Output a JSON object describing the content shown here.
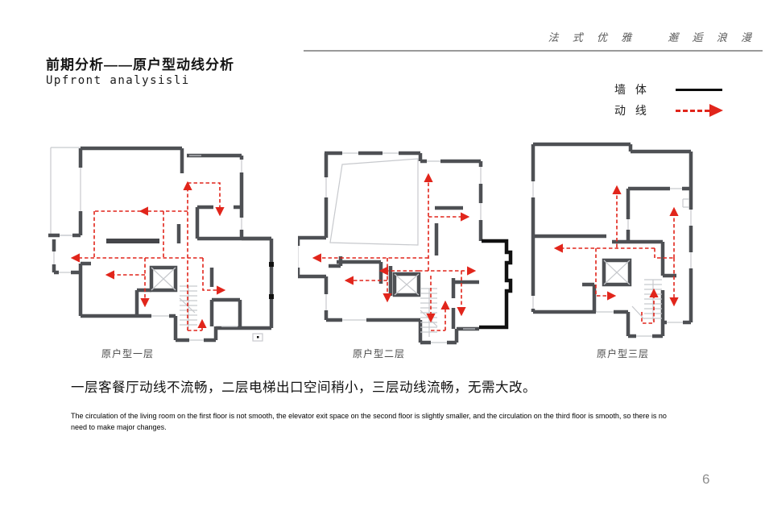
{
  "header": {
    "brand_text_1": "法 式 优 雅",
    "brand_text_2": "邂 逅 浪 漫",
    "title_cn": "前期分析——原户型动线分析",
    "title_en": "Upfront analysisli"
  },
  "legend": {
    "wall_label": "墙 体",
    "flow_label": "动 线",
    "wall_color": "#0a0a0a",
    "flow_color": "#e1251b"
  },
  "plans": [
    {
      "label": "原户型一层"
    },
    {
      "label": "原户型二层"
    },
    {
      "label": "原户型三层"
    }
  ],
  "analysis": {
    "cn": "一层客餐厅动线不流畅，二层电梯出口空间稍小，三层动线流畅，无需大改。",
    "en": "The circulation of the living room on the first floor is not smooth, the elevator exit space on the second floor is slightly smaller, and the circulation on the third floor is smooth, so there is no need to make major changes."
  },
  "page_number": "6"
}
